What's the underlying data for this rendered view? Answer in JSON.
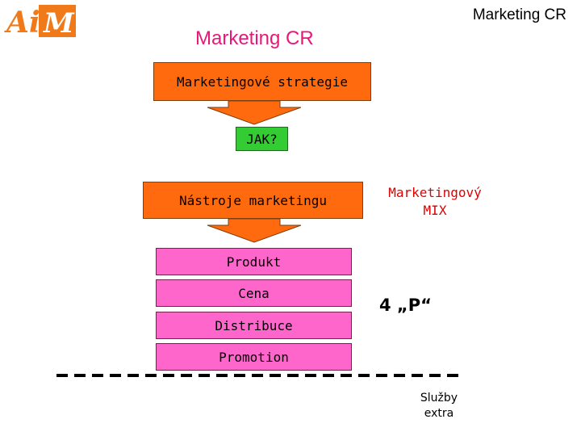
{
  "header": {
    "corner_title": "Marketing CR",
    "main_title": "Marketing CR"
  },
  "logo": {
    "icon": "aim-logo",
    "text": "AiM",
    "color": "#f07a1a"
  },
  "diagram": {
    "strategy_box": "Marketingové strategie",
    "question_box": "JAK?",
    "tools_box": "Nástroje marketingu",
    "mix_label": [
      "Marketingový",
      "MIX"
    ],
    "p_items": [
      "Produkt",
      "Cena",
      "Distribuce",
      "Promotion"
    ],
    "four_p_label": "4 „P“",
    "extra_label": [
      "Služby",
      "extra"
    ]
  },
  "colors": {
    "orange": "#ff6a0e",
    "green": "#33cc33",
    "pink": "#ff66cc",
    "title_magenta": "#e8177a",
    "mix_red": "#e00000"
  }
}
